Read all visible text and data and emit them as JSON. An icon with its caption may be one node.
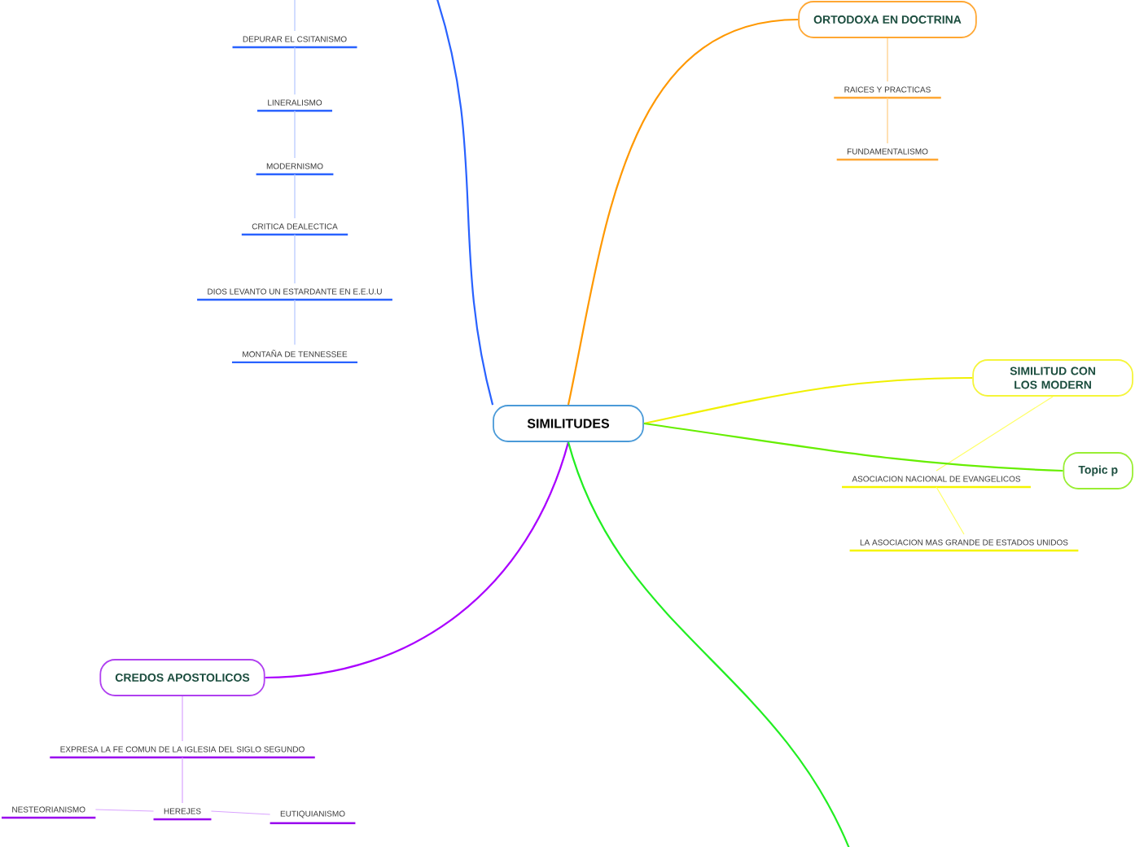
{
  "diagram": {
    "nodes": [
      {
        "text": [
          "SIMILITUDES"
        ]
      },
      {
        "text": [
          "ORTODOXA EN DOCTRINA"
        ]
      },
      {
        "text": [
          "RAICES Y PRACTICAS"
        ]
      },
      {
        "text": [
          "FUNDAMENTALISMO"
        ]
      },
      {
        "text": [
          "SIMILITUD CON LOS MODERN"
        ]
      },
      {
        "text": [
          "ASOCIACION NACIONAL DE EVANGELICOS"
        ]
      },
      {
        "text": [
          "LA ASOCIACION MAS GRANDE DE  ESTADOS UNIDOS"
        ]
      },
      {
        "text": [
          "Topic p"
        ]
      },
      {
        "text": [
          "CREDOS APOSTOLICOS"
        ]
      },
      {
        "text": [
          "EXPRESA LA FE COMUN DE LA IGLESIA DEL SIGLO SEGUNDO"
        ]
      },
      {
        "text": [
          "HEREJES"
        ]
      },
      {
        "text": [
          "NESTEORIANISMO"
        ]
      },
      {
        "text": [
          "EUTIQUIANISMO"
        ]
      },
      {
        "text": [
          "DEPURAR EL CSITANISMO"
        ]
      },
      {
        "text": [
          "LINERALISMO"
        ]
      },
      {
        "text": [
          "MODERNISMO"
        ]
      },
      {
        "text": [
          "CRITICA DEALECTICA"
        ]
      },
      {
        "text": [
          "DIOS LEVANTO UN ESTARDANTE EN E.E.U.U"
        ]
      },
      {
        "text": [
          "MONTAÑA DE TENNESSEE"
        ]
      }
    ],
    "edges": [
      {
        "from": 0,
        "to": 1,
        "arrow": "none",
        "color": "#ff9800"
      },
      {
        "from": 1,
        "to": 2,
        "arrow": "none",
        "color": "#ffcc80"
      },
      {
        "from": 2,
        "to": 3,
        "arrow": "none",
        "color": "#ffcc80"
      },
      {
        "from": 0,
        "to": 4,
        "arrow": "none",
        "color": "#f0f000"
      },
      {
        "from": 4,
        "to": 5,
        "arrow": "none",
        "color": "#ffff66"
      },
      {
        "from": 5,
        "to": 6,
        "arrow": "none",
        "color": "#ffff66"
      },
      {
        "from": 0,
        "to": 7,
        "arrow": "none",
        "color": "#66ee00"
      },
      {
        "from": 0,
        "to": 8,
        "arrow": "none",
        "color": "#aa00ff"
      },
      {
        "from": 8,
        "to": 9,
        "arrow": "none",
        "color": "#d9a3ff"
      },
      {
        "from": 9,
        "to": 10,
        "arrow": "none",
        "color": "#d9a3ff"
      },
      {
        "from": 10,
        "to": 11,
        "arrow": "none",
        "color": "#d9a3ff"
      },
      {
        "from": 10,
        "to": 12,
        "arrow": "none",
        "color": "#d9a3ff"
      },
      {
        "from": 0,
        "to": null,
        "arrow": "none",
        "color": "#2962ff"
      },
      {
        "from": 0,
        "to": null,
        "arrow": "none",
        "color": "#22ee22"
      },
      {
        "from": null,
        "to": 13,
        "arrow": "none",
        "color": "#b3c6ff"
      },
      {
        "from": 13,
        "to": 14,
        "arrow": "none",
        "color": "#b3c6ff"
      },
      {
        "from": 14,
        "to": 15,
        "arrow": "none",
        "color": "#b3c6ff"
      },
      {
        "from": 15,
        "to": 16,
        "arrow": "none",
        "color": "#b3c6ff"
      },
      {
        "from": 16,
        "to": 17,
        "arrow": "none",
        "color": "#b3c6ff"
      },
      {
        "from": 17,
        "to": 18,
        "arrow": "none",
        "color": "#b3c6ff"
      }
    ]
  }
}
